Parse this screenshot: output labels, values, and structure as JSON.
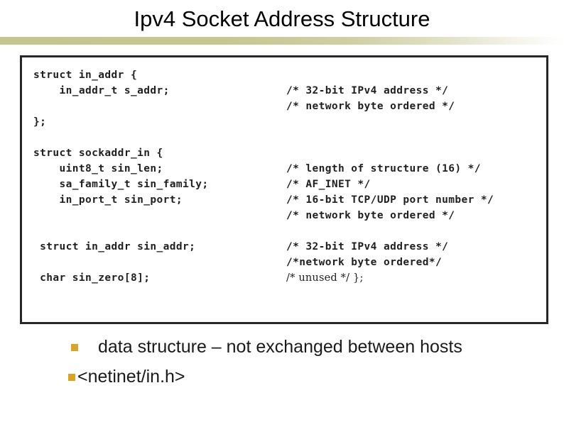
{
  "slide": {
    "title": "Ipv4 Socket Address Structure",
    "accent_color": "#c5c58f",
    "bullet_color": "#d9a521",
    "border_color": "#262626",
    "background_color": "#ffffff"
  },
  "code_block": {
    "rows": [
      {
        "left": "struct in_addr {",
        "right": ""
      },
      {
        "left": "    in_addr_t s_addr;",
        "right": "/* 32-bit IPv4 address */"
      },
      {
        "left": "",
        "right": "/* network byte ordered */"
      },
      {
        "left": "};",
        "right": ""
      },
      {
        "left": "",
        "right": ""
      },
      {
        "left": "struct sockaddr_in {",
        "right": ""
      },
      {
        "left": "    uint8_t sin_len;",
        "right": "/* length of structure (16) */"
      },
      {
        "left": "    sa_family_t sin_family;",
        "right": "/* AF_INET */"
      },
      {
        "left": "    in_port_t sin_port;",
        "right": "/* 16-bit TCP/UDP port number */"
      },
      {
        "left": "",
        "right": "/* network byte ordered */"
      },
      {
        "left": "",
        "right": ""
      },
      {
        "left": " struct in_addr sin_addr;",
        "right": "/* 32-bit IPv4 address */"
      },
      {
        "left": "",
        "right": "/*network byte ordered*/"
      },
      {
        "left": " char sin_zero[8];",
        "right": "/* unused */ };",
        "right_style": "light"
      }
    ]
  },
  "bullets": {
    "items": [
      {
        "text": "data structure – not exchanged between hosts",
        "marker": "square-bullet"
      },
      {
        "text": "<netinet/in.h>",
        "marker": "square-bullet"
      }
    ]
  }
}
